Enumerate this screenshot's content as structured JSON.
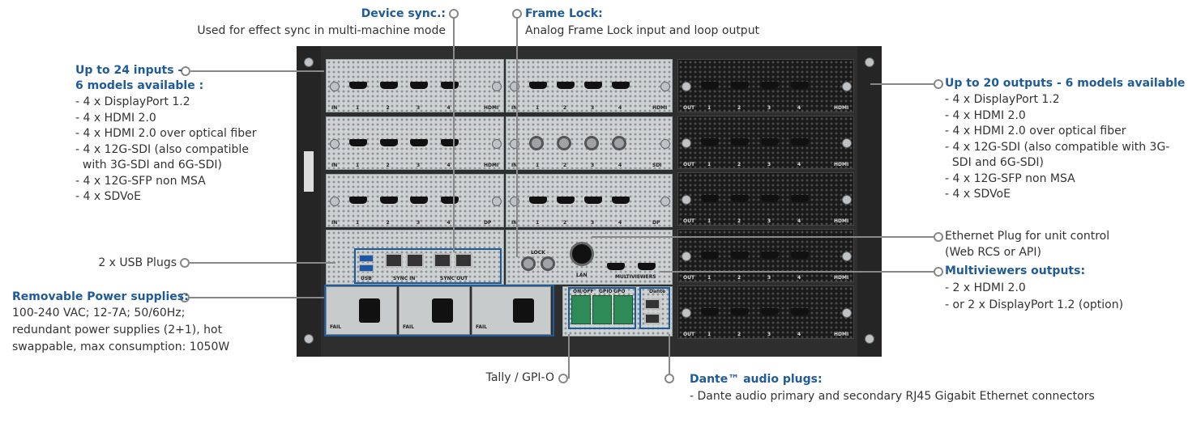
{
  "callouts": {
    "device_sync": {
      "title": "Device sync.:",
      "desc": "Used for effect sync in multi-machine mode"
    },
    "frame_lock": {
      "title": "Frame Lock:",
      "desc": "Analog Frame Lock input and loop output"
    },
    "inputs": {
      "title_line1": "Up to 24 inputs -",
      "title_line2": "6 models available :",
      "items": [
        "- 4 x DisplayPort 1.2",
        "- 4 x HDMI 2.0",
        "- 4 x HDMI 2.0 over optical fiber",
        "- 4 x 12G-SDI (also compatible",
        "  with 3G-SDI and 6G-SDI)",
        "- 4 x 12G-SFP non MSA",
        "- 4 x SDVoE"
      ]
    },
    "outputs": {
      "title": "Up to 20 outputs - 6 models available :",
      "items": [
        "- 4 x DisplayPort 1.2",
        "- 4 x HDMI 2.0",
        "- 4 x HDMI 2.0 over optical fiber",
        "- 4 x 12G-SDI (also compatible with 3G-",
        "  SDI and 6G-SDI)",
        "- 4 x 12G-SFP non MSA",
        "- 4 x SDVoE"
      ]
    },
    "usb": {
      "label": "2 x USB Plugs"
    },
    "power": {
      "title": "Removable Power supplies:",
      "lines": [
        "100-240 VAC; 12-7A; 50/60Hz;",
        "redundant power supplies (2+1), hot",
        "swappable, max consumption: 1050W"
      ]
    },
    "ethernet": {
      "lines": [
        "Ethernet Plug for unit control",
        "(Web RCS or API)"
      ]
    },
    "multiviewers": {
      "title": "Multiviewers outputs:",
      "items": [
        "- 2 x HDMI 2.0",
        "- or 2 x DisplayPort 1.2 (option)"
      ]
    },
    "tally": {
      "label": "Tally / GPI-O"
    },
    "dante": {
      "title": "Dante™ audio plugs:",
      "desc": "- Dante audio primary and secondary RJ45 Gigabit Ethernet connectors"
    }
  },
  "device": {
    "input_cards": [
      {
        "side": "IN",
        "type": "HDMI"
      },
      {
        "side": "IN",
        "type": "HDMI"
      },
      {
        "side": "IN",
        "type": "DP"
      }
    ],
    "middle_cards": [
      {
        "side": "IN",
        "type": "HDMI"
      },
      {
        "side": "IN",
        "type": "SDI"
      },
      {
        "side": "IN",
        "type": "DP"
      }
    ],
    "output_cards": [
      {
        "side": "OUT",
        "type": "HDMI"
      },
      {
        "side": "OUT",
        "type": "HDMI"
      },
      {
        "side": "OUT",
        "type": "HDMI"
      },
      {
        "side": "OUT",
        "type": "HDMI"
      },
      {
        "side": "OUT",
        "type": "HDMI"
      }
    ],
    "port_numbers": [
      "1",
      "2",
      "3",
      "4"
    ],
    "labels": {
      "usb": "USB",
      "sync_in": "SYNC IN",
      "sync_out": "SYNC OUT",
      "lan": "LAN",
      "lock": "LOCK",
      "multiviewers": "MULTIVIEWERS",
      "dante": "Dante",
      "onoff": "ON/OFF",
      "gpio": "GPIO",
      "gpo": "GPO",
      "fail": "FAIL"
    }
  },
  "colors": {
    "accent": "#1f5b9a",
    "text": "#333333",
    "leader": "#888888"
  }
}
